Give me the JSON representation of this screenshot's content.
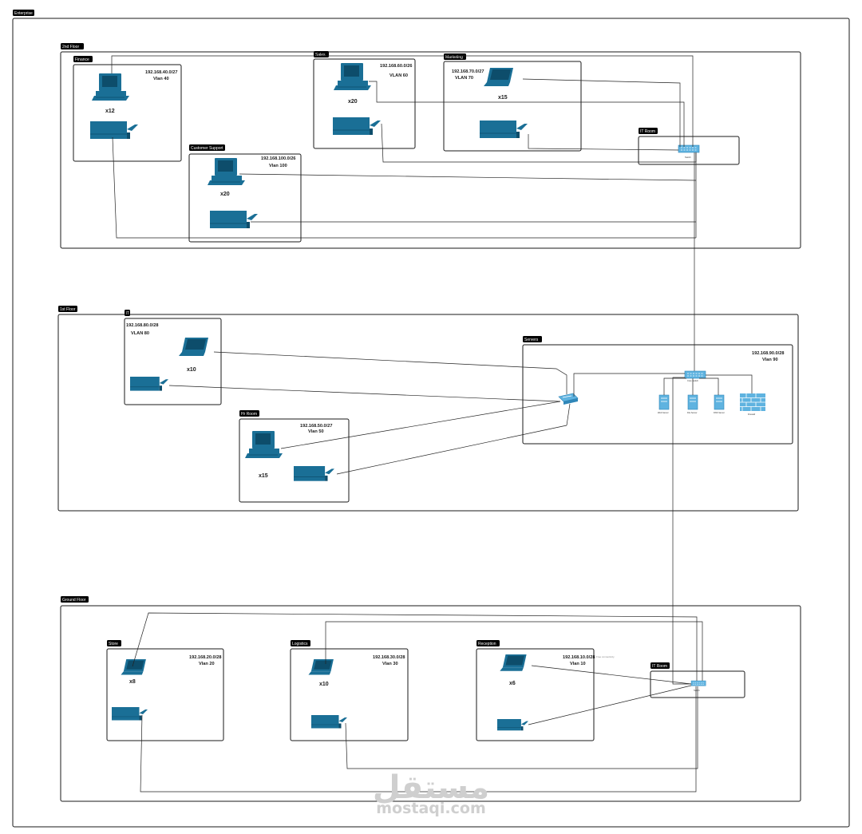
{
  "colors": {
    "device": "#1a6f96",
    "device_dark": "#0d4d6b",
    "net": "#5fb3e0",
    "net_dark": "#2f86b8",
    "line": "#222222",
    "box": "#1a1a1a",
    "tag": "#000000"
  },
  "labels": {
    "enterprise": "Enterprise",
    "floor2": "2nd Floor",
    "floor1": "1st Floor",
    "floor0": "Ground Floor",
    "finance": "Finance",
    "sales": "Sales",
    "marketing": "Marketing",
    "it_room_2": "IT Room",
    "customer_support": "Customer Support",
    "it": "IT",
    "servers": "Servers",
    "hr_room": "Hr Room",
    "store": "Store",
    "logistics": "Logistics",
    "reception": "Reception",
    "it_room_0": "IT Room"
  },
  "info": {
    "finance": {
      "net": "192.168.40.0/27",
      "vlan": "Vlan 40",
      "count": "x12"
    },
    "sales": {
      "net": "192.168.60.0/26",
      "vlan": "VLAN 60",
      "count": "x20"
    },
    "marketing": {
      "net": "192.168.70.0/27",
      "vlan": "VLAN 70",
      "count": "x15"
    },
    "customer_support": {
      "net": "192.168.100.0/26",
      "vlan": "Vlan 100",
      "count": "x20"
    },
    "it": {
      "net": "192.168.80.0/28",
      "vlan": "VLAN 80",
      "count": "x10"
    },
    "servers": {
      "net": "192.168.90.0/28",
      "vlan": "Vlan 90"
    },
    "hr_room": {
      "net": "192.168.50.0/27",
      "vlan": "Vlan 50",
      "count": "x15"
    },
    "store": {
      "net": "192.168.20.0/28",
      "vlan": "Vlan 20",
      "count": "x8"
    },
    "logistics": {
      "net": "192.168.30.0/28",
      "vlan": "Vlan 30",
      "count": "x10"
    },
    "reception": {
      "net": "192.168.10.0/28",
      "vlan": "Vlan 10",
      "count": "x6"
    }
  },
  "tiny": {
    "switch_2": "Switch",
    "core_switch": "Core Switch",
    "web_server": "Web Server",
    "file_server": "File Server",
    "dns_server": "DNS Server",
    "firewall": "Firewall",
    "switch_0": "Switch",
    "reception_note": "Free connectivity"
  },
  "watermark": {
    "arabic": "مستقل",
    "site": "mostaqi.com"
  }
}
